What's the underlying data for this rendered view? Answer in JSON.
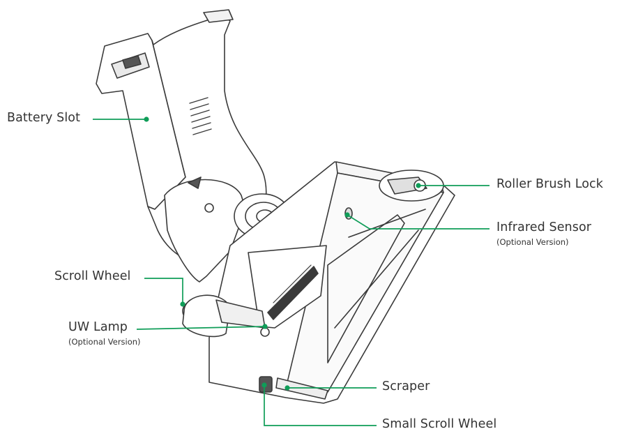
{
  "colors": {
    "accent": "#0f9d58",
    "outline": "#3a3a3a",
    "text": "#333333"
  },
  "labels": {
    "battery_slot": "Battery Slot",
    "roller_brush_lock": "Roller Brush Lock",
    "infrared_sensor": "Infrared Sensor",
    "infrared_sensor_note": "(Optional Version)",
    "scroll_wheel": "Scroll Wheel",
    "uw_lamp": "UW Lamp",
    "uw_lamp_note": "(Optional Version)",
    "scraper": "Scraper",
    "small_scroll_wheel": "Small Scroll Wheel"
  }
}
